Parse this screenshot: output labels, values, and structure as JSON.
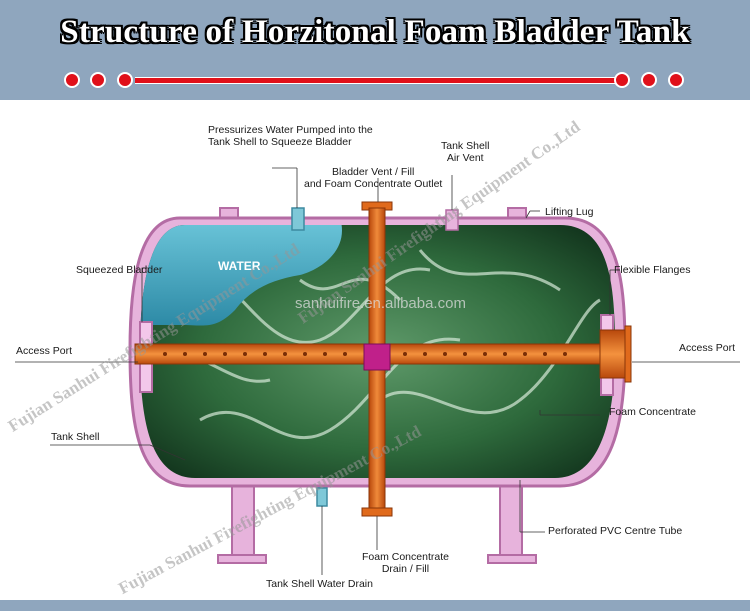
{
  "header": {
    "title": "Structure of Horzitonal Foam Bladder Tank"
  },
  "labels": {
    "pressurizes": "Pressurizes Water Pumped into the\nTank Shell to Squeeze Bladder",
    "tank_shell_air_vent": "Tank Shell\nAir Vent",
    "bladder_vent": "Bladder Vent / Fill\nand Foam Concentrate Outlet",
    "lifting_lug": "Lifting Lug",
    "squeezed_bladder": "Squeezed Bladder",
    "flexible_flanges": "Flexible Flanges",
    "access_port_left": "Access Port",
    "access_port_right": "Access Port",
    "foam_concentrate": "Foam Concentrate",
    "tank_shell": "Tank Shell",
    "perforated_tube": "Perforated PVC Centre Tube",
    "foam_drain": "Foam Concentrate\nDrain / Fill",
    "water_drain": "Tank Shell Water Drain",
    "water": "WATER"
  },
  "watermarks": {
    "wm1": "Fujian Sanhui Firefighting Equipment Co.,Ltd",
    "wm2": "Fujian Sanhui Firefighting Equipment Co.,Ltd",
    "wm3": "Fujian Sanhui Firefighting Equipment Co.,Ltd",
    "wm4": "sanhuifire.en.alibaba.com"
  },
  "colors": {
    "header_bg": "#8fa6be",
    "accent_red": "#e0101a",
    "pipe_orange": "#e06a1c",
    "shell_pink": "#d98fc8",
    "bladder_green": "#2d6b3a",
    "water_blue": "#4ab0c8"
  }
}
